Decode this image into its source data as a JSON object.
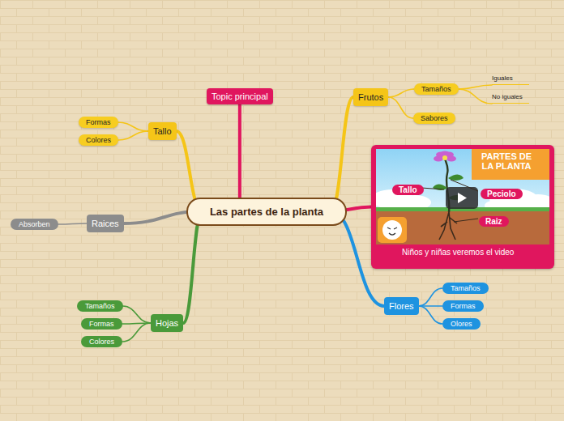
{
  "diagram": {
    "nodes": [
      {
        "text": [
          "Las partes de la planta"
        ]
      },
      {
        "text": [
          "Topic principal"
        ]
      },
      {
        "text": [
          "Tallo"
        ]
      },
      {
        "text": [
          "Formas"
        ]
      },
      {
        "text": [
          "Colores"
        ]
      },
      {
        "text": [
          "Raices"
        ]
      },
      {
        "text": [
          "Absorben"
        ]
      },
      {
        "text": [
          "Hojas"
        ]
      },
      {
        "text": [
          "Tamaños"
        ]
      },
      {
        "text": [
          "Formas"
        ]
      },
      {
        "text": [
          "Colores"
        ]
      },
      {
        "text": [
          "Frutos"
        ]
      },
      {
        "text": [
          "Tamaños"
        ]
      },
      {
        "text": [
          "Iguales"
        ]
      },
      {
        "text": [
          "No iguales"
        ]
      },
      {
        "text": [
          "Sabores"
        ]
      },
      {
        "text": [
          "Niños y niñas veremos el video"
        ]
      },
      {
        "text": [
          "Flores"
        ]
      },
      {
        "text": [
          "Tamaños"
        ]
      },
      {
        "text": [
          "Formas"
        ]
      },
      {
        "text": [
          "Olores"
        ]
      }
    ],
    "edges": [
      {
        "from": 0,
        "to": 1,
        "arrow": "none"
      },
      {
        "from": 0,
        "to": 2,
        "arrow": "none"
      },
      {
        "from": 2,
        "to": 3,
        "arrow": "none"
      },
      {
        "from": 2,
        "to": 4,
        "arrow": "none"
      },
      {
        "from": 0,
        "to": 5,
        "arrow": "none"
      },
      {
        "from": 5,
        "to": 6,
        "arrow": "none"
      },
      {
        "from": 0,
        "to": 7,
        "arrow": "none"
      },
      {
        "from": 7,
        "to": 8,
        "arrow": "none"
      },
      {
        "from": 7,
        "to": 9,
        "arrow": "none"
      },
      {
        "from": 7,
        "to": 10,
        "arrow": "none"
      },
      {
        "from": 0,
        "to": 11,
        "arrow": "none"
      },
      {
        "from": 11,
        "to": 12,
        "arrow": "none"
      },
      {
        "from": 12,
        "to": 13,
        "arrow": "none"
      },
      {
        "from": 12,
        "to": 14,
        "arrow": "none"
      },
      {
        "from": 11,
        "to": 15,
        "arrow": "none"
      },
      {
        "from": 0,
        "to": 16,
        "arrow": "none"
      },
      {
        "from": 0,
        "to": 17,
        "arrow": "none"
      },
      {
        "from": 17,
        "to": 18,
        "arrow": "none"
      },
      {
        "from": 17,
        "to": 19,
        "arrow": "none"
      },
      {
        "from": 17,
        "to": 20,
        "arrow": "none"
      }
    ],
    "labels": [
      "PARTES DE LA PLANTA",
      "Tallo",
      "Peciolo",
      "Raiz"
    ]
  }
}
